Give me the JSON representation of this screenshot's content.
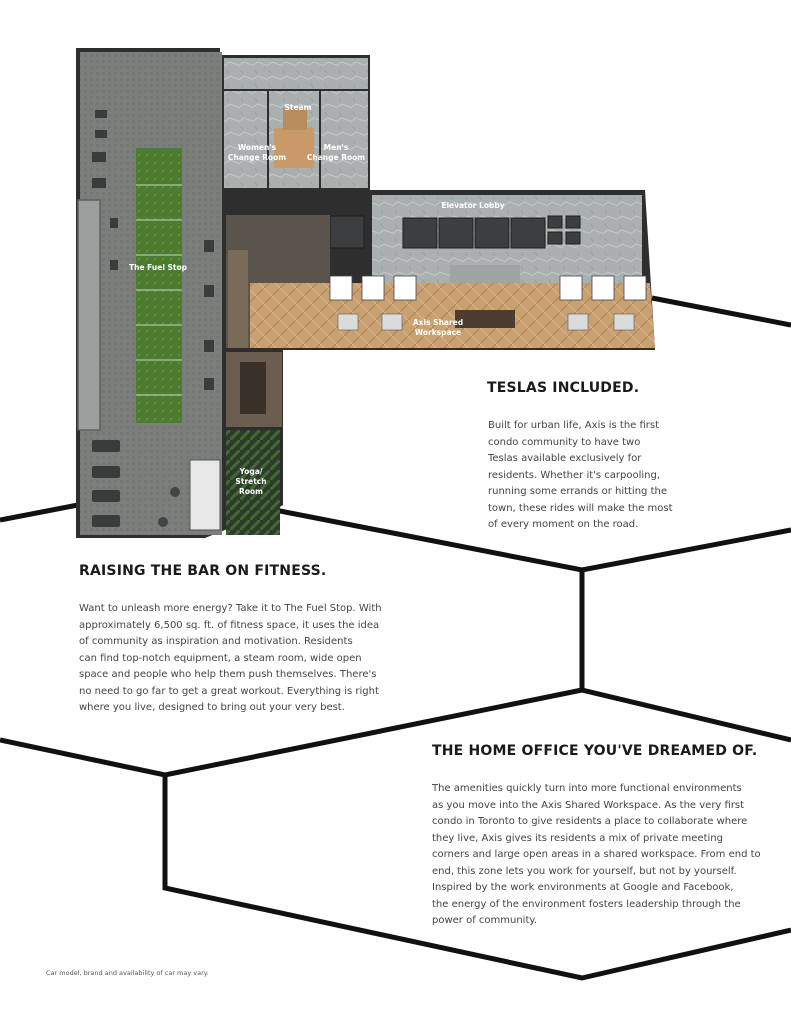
{
  "floorplan": {
    "labels": {
      "steam": "Steam",
      "womens_change": [
        "Women's",
        "Change Room"
      ],
      "mens_change": [
        "Men's",
        "Change Room"
      ],
      "elevator_lobby": "Elevator Lobby",
      "fuel_stop": "The Fuel Stop",
      "shared_workspace": [
        "Axis Shared",
        "Workspace"
      ],
      "yoga": [
        "Yoga/",
        "Stretch",
        "Room"
      ]
    }
  },
  "teslas": {
    "heading": "TESLAS INCLUDED.",
    "lines": [
      "Built for urban life, Axis is the first",
      "condo community to have two",
      "Teslas available exclusively for",
      "residents. Whether it's carpooling,",
      "running some errands or hitting the",
      "town, these rides will make the most",
      "of every moment on the road."
    ]
  },
  "fitness": {
    "heading": "RAISING THE BAR ON FITNESS.",
    "lines": [
      "Want to unleash more energy? Take it to The Fuel Stop. With",
      "approximately 6,500 sq. ft. of fitness space, it uses the idea",
      "of community as inspiration and motivation. Residents",
      "can find top-notch equipment, a steam room, wide open",
      "space and people who help them push themselves. There's",
      "no need to go far to get a great workout. Everything is right",
      "where you live, designed to bring out your very best."
    ]
  },
  "office": {
    "heading": "THE HOME OFFICE YOU'VE DREAMED OF.",
    "lines": [
      "The amenities quickly turn into more functional environments",
      "as you move into the Axis Shared Workspace. As the very first",
      "condo in Toronto to give residents a place to collaborate where",
      "they live, Axis gives its residents a mix of private meeting",
      "corners and large open areas in a shared workspace. From end to",
      "end, this zone lets you work for yourself, but not by yourself.",
      "Inspired by the work environments at Google and Facebook,",
      "the energy of the environment fosters leadership through the",
      "power of community."
    ]
  },
  "footnote": "Car model, brand and availability of car may vary.",
  "colors": {
    "wall": "#2e2e2e",
    "floor_gray": "#7b7f7c",
    "marble": "#a9aeae",
    "turf": "#4a7a2e",
    "wood": "#c69a6e",
    "hex_line": "#111111"
  }
}
